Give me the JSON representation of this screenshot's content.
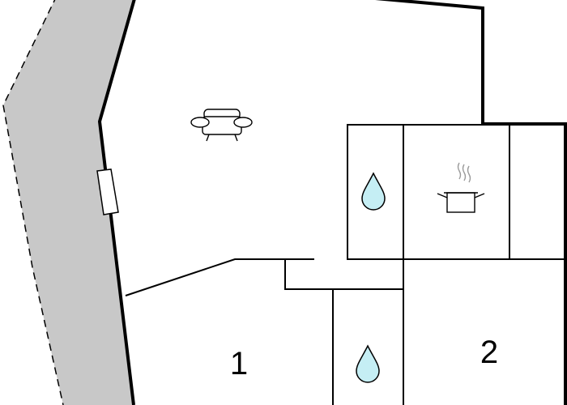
{
  "rooms": [
    {
      "id": "bedroom-1",
      "label": "1"
    },
    {
      "id": "bedroom-2",
      "label": "2"
    }
  ],
  "icons": {
    "sofa": "sofa-icon",
    "water": "water-drop-icon",
    "cooking": "cooking-pot-icon",
    "window": "window-icon"
  },
  "colors": {
    "wall": "#000000",
    "terrace": "#c8c8c8",
    "water": "#c5eef4",
    "background": "#ffffff"
  }
}
